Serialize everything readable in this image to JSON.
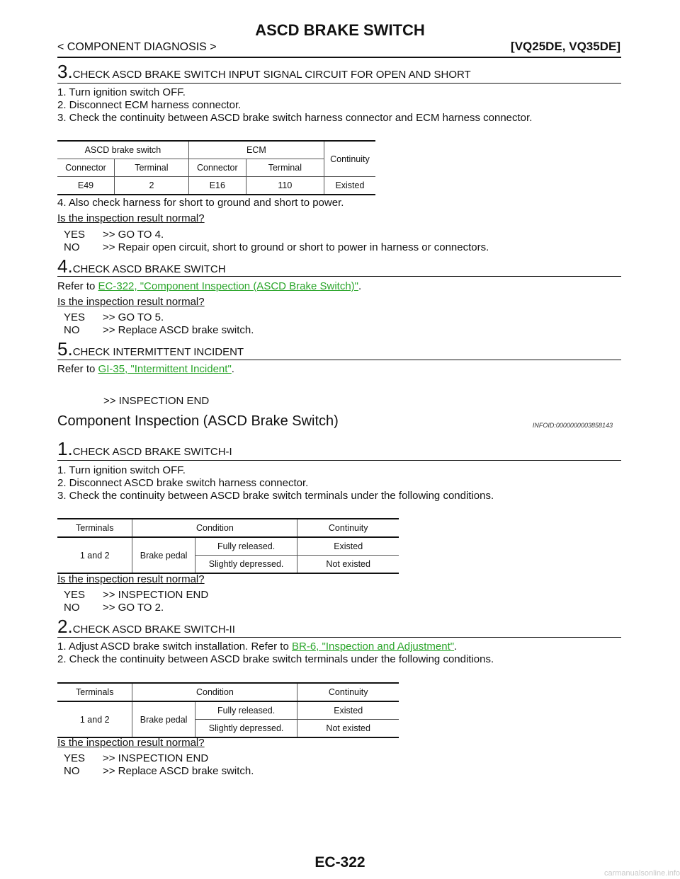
{
  "header": {
    "title": "ASCD BRAKE SWITCH",
    "left": "< COMPONENT DIAGNOSIS >",
    "right": "[VQ25DE, VQ35DE]"
  },
  "step3": {
    "num": "3.",
    "heading": "CHECK ASCD BRAKE SWITCH INPUT SIGNAL CIRCUIT FOR OPEN AND SHORT",
    "items": [
      "1.  Turn ignition switch OFF.",
      "2.  Disconnect ECM harness connector.",
      "3.  Check the continuity between ASCD brake switch harness connector and ECM harness connector."
    ],
    "table": {
      "group1": "ASCD brake switch",
      "group2": "ECM",
      "continuity": "Continuity",
      "connector": "Connector",
      "terminal": "Terminal",
      "row": [
        "E49",
        "2",
        "E16",
        "110",
        "Existed"
      ]
    },
    "item4": "4.  Also check harness for short to ground and short to power.",
    "question": "Is the inspection result normal?",
    "yes_key": "YES",
    "yes_text": ">> GO TO 4.",
    "no_key": "NO",
    "no_text": ">> Repair open circuit, short to ground or short to power in harness or connectors."
  },
  "step4": {
    "num": "4.",
    "heading": "CHECK ASCD BRAKE SWITCH",
    "refer_prefix": "Refer to ",
    "refer_link": "EC-322, \"Component Inspection (ASCD Brake Switch)\"",
    "refer_suffix": ".",
    "question": "Is the inspection result normal?",
    "yes_key": "YES",
    "yes_text": ">> GO TO 5.",
    "no_key": "NO",
    "no_text": ">> Replace ASCD brake switch."
  },
  "step5": {
    "num": "5.",
    "heading": "CHECK INTERMITTENT INCIDENT",
    "refer_prefix": "Refer to ",
    "refer_link": "GI-35, \"Intermittent Incident\"",
    "refer_suffix": ".",
    "end": ">> INSPECTION END"
  },
  "section": {
    "title": "Component Inspection (ASCD Brake Switch)",
    "infoid": "INFOID:0000000003858143"
  },
  "step1": {
    "num": "1.",
    "heading": "CHECK ASCD BRAKE SWITCH-I",
    "items": [
      "1.  Turn ignition switch OFF.",
      "2.  Disconnect ASCD brake switch harness connector.",
      "3.  Check the continuity between ASCD brake switch terminals under the following conditions."
    ],
    "table": {
      "h_terminals": "Terminals",
      "h_condition": "Condition",
      "h_continuity": "Continuity",
      "terminals": "1 and 2",
      "condition": "Brake pedal",
      "r1_state": "Fully released.",
      "r1_cont": "Existed",
      "r2_state": "Slightly depressed.",
      "r2_cont": "Not existed"
    },
    "question": "Is the inspection result normal?",
    "yes_key": "YES",
    "yes_text": ">> INSPECTION END",
    "no_key": "NO",
    "no_text": ">> GO TO 2."
  },
  "step2": {
    "num": "2.",
    "heading": "CHECK ASCD BRAKE SWITCH-II",
    "item1_prefix": "1.  Adjust ASCD brake switch installation. Refer to ",
    "item1_link": "BR-6, \"Inspection and Adjustment\"",
    "item1_suffix": ".",
    "item2": "2.  Check the continuity between ASCD brake switch terminals under the following conditions.",
    "table": {
      "h_terminals": "Terminals",
      "h_condition": "Condition",
      "h_continuity": "Continuity",
      "terminals": "1 and 2",
      "condition": "Brake pedal",
      "r1_state": "Fully released.",
      "r1_cont": "Existed",
      "r2_state": "Slightly depressed.",
      "r2_cont": "Not existed"
    },
    "question": "Is the inspection result normal?",
    "yes_key": "YES",
    "yes_text": ">> INSPECTION END",
    "no_key": "NO",
    "no_text": ">> Replace ASCD brake switch."
  },
  "footer": {
    "page": "EC-322",
    "watermark": "carmanualsonline.info"
  }
}
